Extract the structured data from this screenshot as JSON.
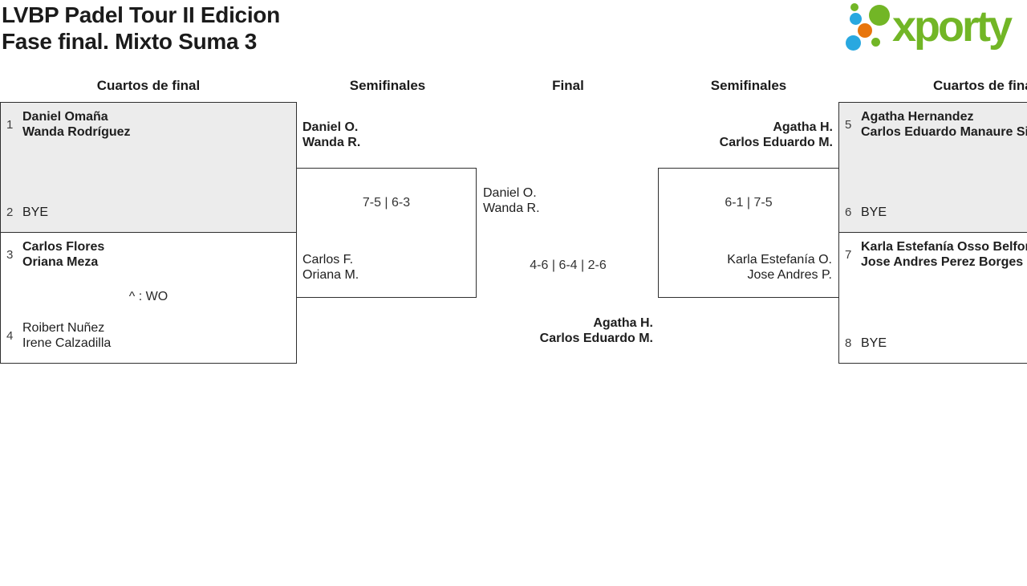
{
  "title": {
    "line1": "LVBP Padel Tour II Edicion",
    "line2": "Fase final. Mixto Suma 3"
  },
  "logo": {
    "text": "xporty",
    "colors": {
      "green": "#72b626",
      "blue": "#29a8e0",
      "orange": "#e8750c"
    }
  },
  "headers": {
    "qf_left": "Cuartos de final",
    "sf_left": "Semifinales",
    "final": "Final",
    "sf_right": "Semifinales",
    "qf_right": "Cuartos de final"
  },
  "quarterfinals": {
    "m1": {
      "seed_top": "1",
      "top_a": "Daniel Omaña",
      "top_b": "Wanda Rodríguez",
      "seed_bot": "2",
      "bot_bye": "BYE"
    },
    "m2": {
      "seed_top": "3",
      "top_a": "Carlos Flores",
      "top_b": "Oriana Meza",
      "note": "^ : WO",
      "seed_bot": "4",
      "bot_a": "Roibert Nuñez",
      "bot_b": "Irene Calzadilla"
    },
    "m3": {
      "seed_top": "5",
      "top_a": "Agatha Hernandez",
      "top_b": "Carlos Eduardo Manaure Sir",
      "seed_bot": "6",
      "bot_bye": "BYE"
    },
    "m4": {
      "seed_top": "7",
      "top_a": "Karla Estefanía Osso Belfort",
      "top_b": "Jose Andres Perez Borges",
      "seed_bot": "8",
      "bot_bye": "BYE"
    }
  },
  "semifinals": {
    "left": {
      "winner_a": "Daniel O.",
      "winner_b": "Wanda R.",
      "score": "7-5 | 6-3",
      "loser_a": "Carlos F.",
      "loser_b": "Oriana M."
    },
    "right": {
      "winner_a": "Agatha H.",
      "winner_b": "Carlos Eduardo M.",
      "score": "6-1 | 7-5",
      "loser_a": "Karla Estefanía O.",
      "loser_b": "Jose Andres P."
    }
  },
  "final": {
    "team_left_a": "Daniel O.",
    "team_left_b": "Wanda R.",
    "score": "4-6 | 6-4 | 2-6",
    "winner_a": "Agatha H.",
    "winner_b": "Carlos Eduardo M."
  }
}
